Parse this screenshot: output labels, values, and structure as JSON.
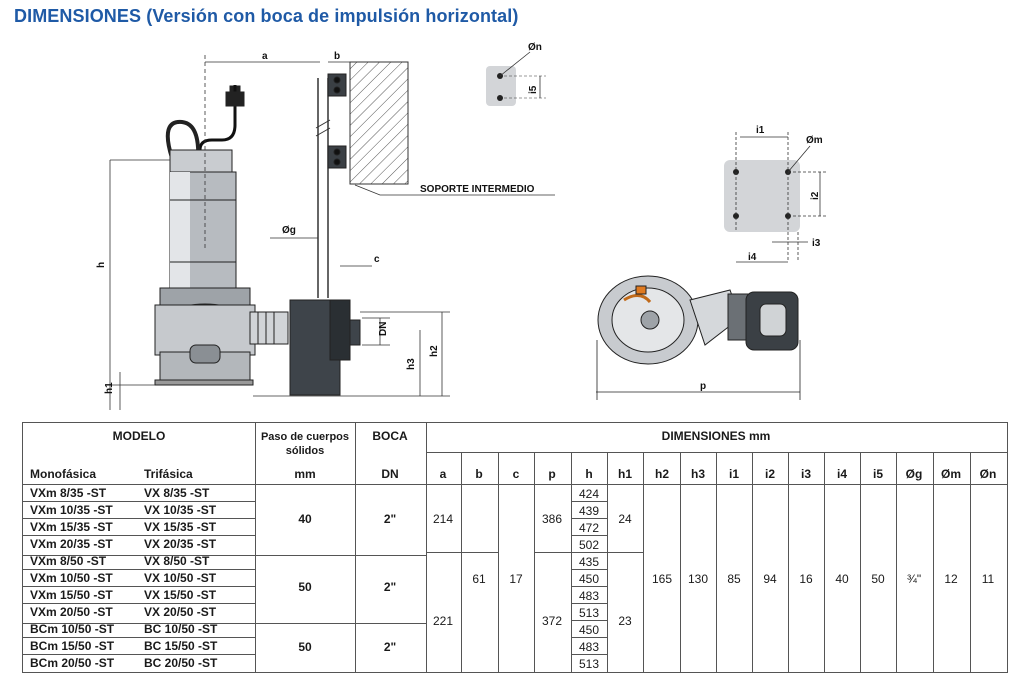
{
  "title": "DIMENSIONES (Versión con boca de impulsión horizontal)",
  "drawing_labels": {
    "a": "a",
    "b": "b",
    "on": "Øn",
    "i5": "i5",
    "soporte": "SOPORTE INTERMEDIO",
    "og": "Øg",
    "c": "c",
    "dn": "DN",
    "h": "h",
    "h1": "h1",
    "h2": "h2",
    "h3": "h3",
    "i1": "i1",
    "om": "Øm",
    "i2": "i2",
    "i3": "i3",
    "i4": "i4",
    "p": "p"
  },
  "table": {
    "header_modelo": "MODELO",
    "header_paso": "Paso de cuerpos sólidos",
    "header_paso_unit": "mm",
    "header_boca": "BOCA",
    "header_boca_unit": "DN",
    "header_dimensiones": "DIMENSIONES mm",
    "header_monofasica": "Monofásica",
    "header_trifasica": "Trifásica",
    "dim_columns": [
      "a",
      "b",
      "c",
      "p",
      "h",
      "h1",
      "h2",
      "h3",
      "i1",
      "i2",
      "i3",
      "i4",
      "i5",
      "Øg",
      "Øm",
      "Øn"
    ],
    "mono_models": [
      "VXm 8/35  -ST",
      "VXm 10/35 -ST",
      "VXm 15/35 -ST",
      "VXm 20/35 -ST",
      "VXm 8/50  -ST",
      "VXm 10/50 -ST",
      "VXm 15/50 -ST",
      "VXm 20/50 -ST",
      "BCm 10/50 -ST",
      "BCm 15/50 -ST",
      "BCm 20/50 -ST"
    ],
    "tri_models": [
      "VX 8/35   -ST",
      "VX 10/35  -ST",
      "VX 15/35  -ST",
      "VX 20/35  -ST",
      "VX 8/50   -ST",
      "VX 10/50  -ST",
      "VX 15/50  -ST",
      "VX 20/50  -ST",
      "BC 10/50  -ST",
      "BC 15/50  -ST",
      "BC 20/50  -ST"
    ],
    "paso": [
      "40",
      "50",
      "50"
    ],
    "boca": [
      "2\"",
      "2\"",
      "2\""
    ],
    "a_values": [
      "214",
      "221"
    ],
    "b_value": "61",
    "c_value": "17",
    "p_values": [
      "386",
      "372"
    ],
    "h_values": [
      "424",
      "439",
      "472",
      "502",
      "435",
      "450",
      "483",
      "513",
      "450",
      "483",
      "513"
    ],
    "h1_values": [
      "24",
      "23"
    ],
    "common": {
      "h2": "165",
      "h3": "130",
      "i1": "85",
      "i2": "94",
      "i3": "16",
      "i4": "40",
      "i5": "50",
      "og": "¾\"",
      "om": "12",
      "on": "11"
    }
  }
}
